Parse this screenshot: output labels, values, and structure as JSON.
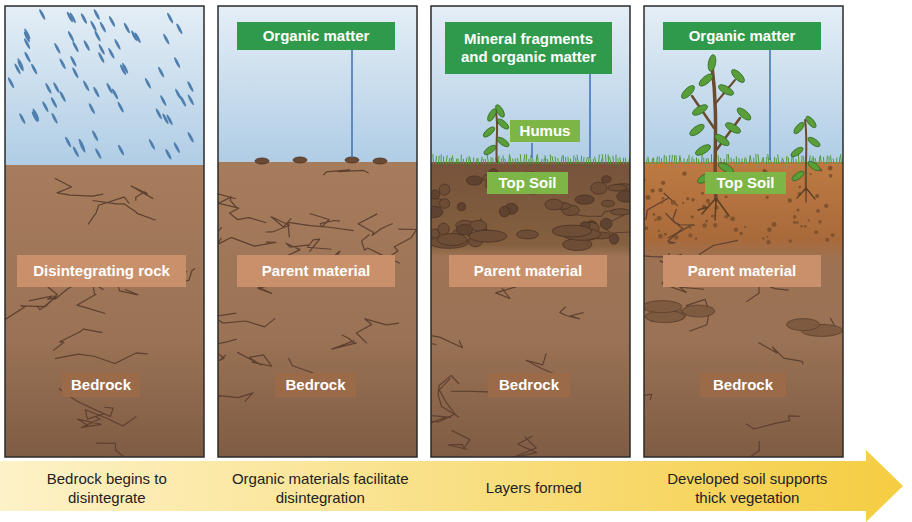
{
  "diagram": {
    "nodes": [
      {
        "text": [
          "Disintegrating rock"
        ]
      },
      {
        "text": [
          "Bedrock"
        ]
      },
      {
        "text": [
          "Organic matter"
        ]
      },
      {
        "text": [
          "Parent material"
        ]
      },
      {
        "text": [
          "Bedrock"
        ]
      },
      {
        "text": [
          "Mineral fragments and organic matter"
        ]
      },
      {
        "text": [
          "Humus"
        ]
      },
      {
        "text": [
          "Top Soil"
        ]
      },
      {
        "text": [
          "Parent material"
        ]
      },
      {
        "text": [
          "Bedrock"
        ]
      },
      {
        "text": [
          "Organic matter"
        ]
      },
      {
        "text": [
          "Top Soil"
        ]
      },
      {
        "text": [
          "Parent material"
        ]
      },
      {
        "text": [
          "Bedrock"
        ]
      },
      {
        "text": [
          "Bedrock begins to disintegrate",
          "Organic materials facilitate disintegration",
          "Layers formed",
          "Developed soil supports thick vegetation"
        ]
      }
    ]
  }
}
